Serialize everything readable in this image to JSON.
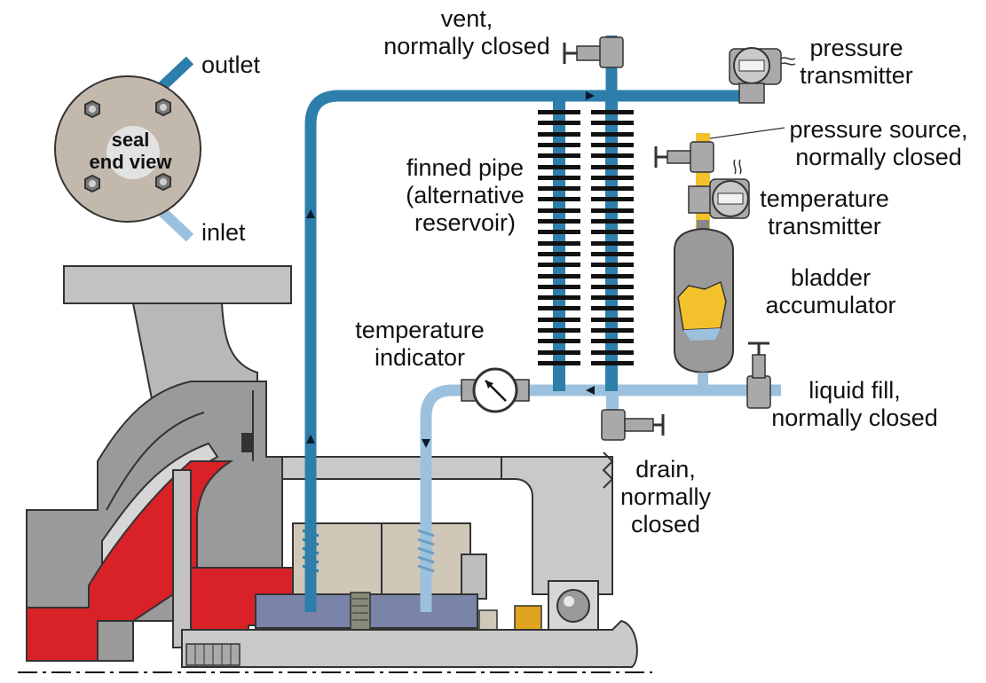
{
  "colors": {
    "supply_pipe": "#2e7eab",
    "return_pipe": "#9cc1de",
    "pressure_line": "#f3c12b",
    "seal_chamber": "#d92128",
    "metal": "#c9c9c9",
    "casing": "#9a9a9a",
    "fin": "#111111"
  },
  "labels": {
    "vent": [
      "vent,",
      "normally closed"
    ],
    "outlet": "outlet",
    "inlet": "inlet",
    "seal_end_view": [
      "seal",
      "end view"
    ],
    "pressure_transmitter": [
      "pressure",
      "transmitter"
    ],
    "pressure_source": [
      "pressure source,",
      "normally closed"
    ],
    "temperature_transmitter": [
      "temperature",
      "transmitter"
    ],
    "finned_pipe": [
      "finned pipe",
      "(alternative",
      "reservoir)"
    ],
    "bladder_accumulator": [
      "bladder",
      "accumulator"
    ],
    "temperature_indicator": [
      "temperature",
      "indicator"
    ],
    "liquid_fill": [
      "liquid fill,",
      "normally closed"
    ],
    "drain": [
      "drain,",
      "normally",
      "closed"
    ]
  },
  "icons": {
    "gauge": "temperature-gauge-icon",
    "valve": "valve-handwheel-icon",
    "transmitter": "transmitter-icon",
    "flow_arrow": "flow-arrow-icon"
  }
}
